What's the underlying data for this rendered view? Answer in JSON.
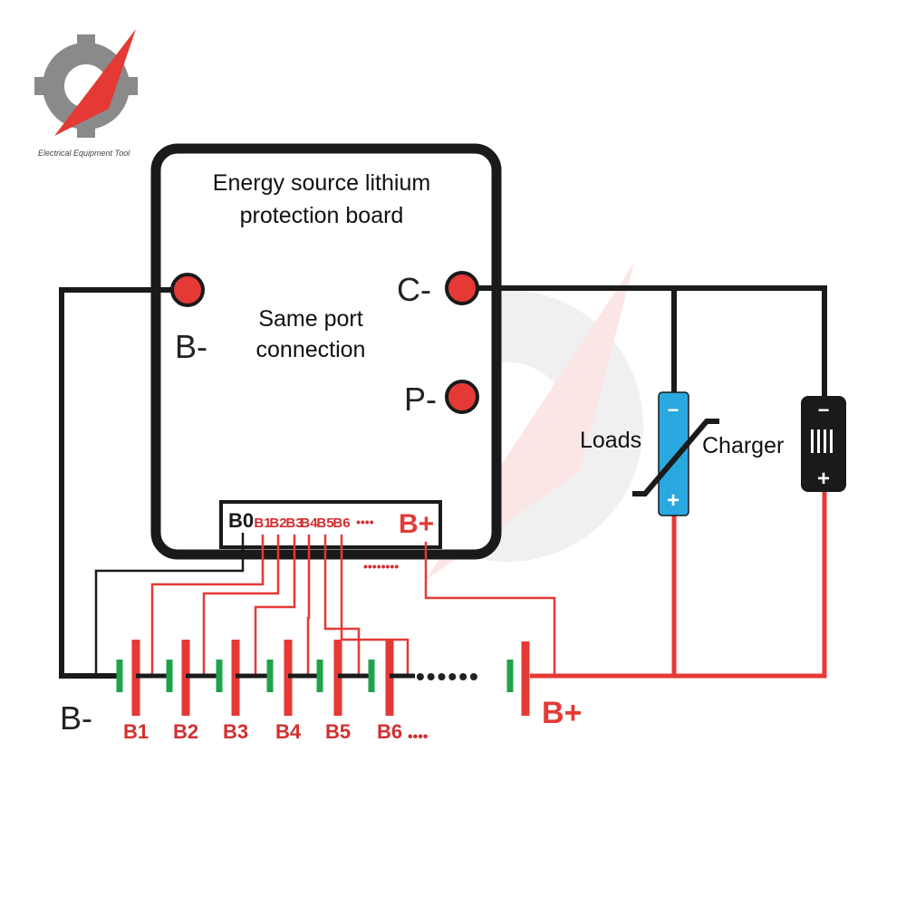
{
  "logo": {
    "caption": "Electrical Equipment Tool",
    "icon": "gear-logo-icon"
  },
  "board": {
    "title_line1": "Energy source lithium",
    "title_line2": "protection board",
    "note_line1": "Same port",
    "note_line2": "connection",
    "terminals": {
      "b_minus": "B-",
      "c_minus": "C-",
      "p_minus": "P-"
    },
    "header_ports": [
      "B0",
      "B1",
      "B2",
      "B3",
      "B4",
      "B5",
      "B6"
    ],
    "header_ellipsis": "••••",
    "header_bplus": "B+",
    "header_ellipsis_below": "••••••••"
  },
  "devices": {
    "loads": {
      "label": "Loads",
      "minus": "−",
      "plus": "+"
    },
    "charger": {
      "label": "Charger",
      "minus": "−",
      "plus": "+"
    }
  },
  "battery": {
    "b_minus": "B-",
    "b_plus": "B+",
    "cells": [
      "B1",
      "B2",
      "B3",
      "B4",
      "B5",
      "B6"
    ],
    "cells_ellipsis": "••••",
    "string_ellipsis": "••••••"
  },
  "colors": {
    "wire_black": "#1a1a1a",
    "wire_red": "#e53935",
    "terminal_red": "#e53935",
    "cell_negative": "#1fa34a",
    "cell_positive": "#e53935",
    "loads_body": "#2aa8e0",
    "charger_body": "#1a1a1a"
  }
}
